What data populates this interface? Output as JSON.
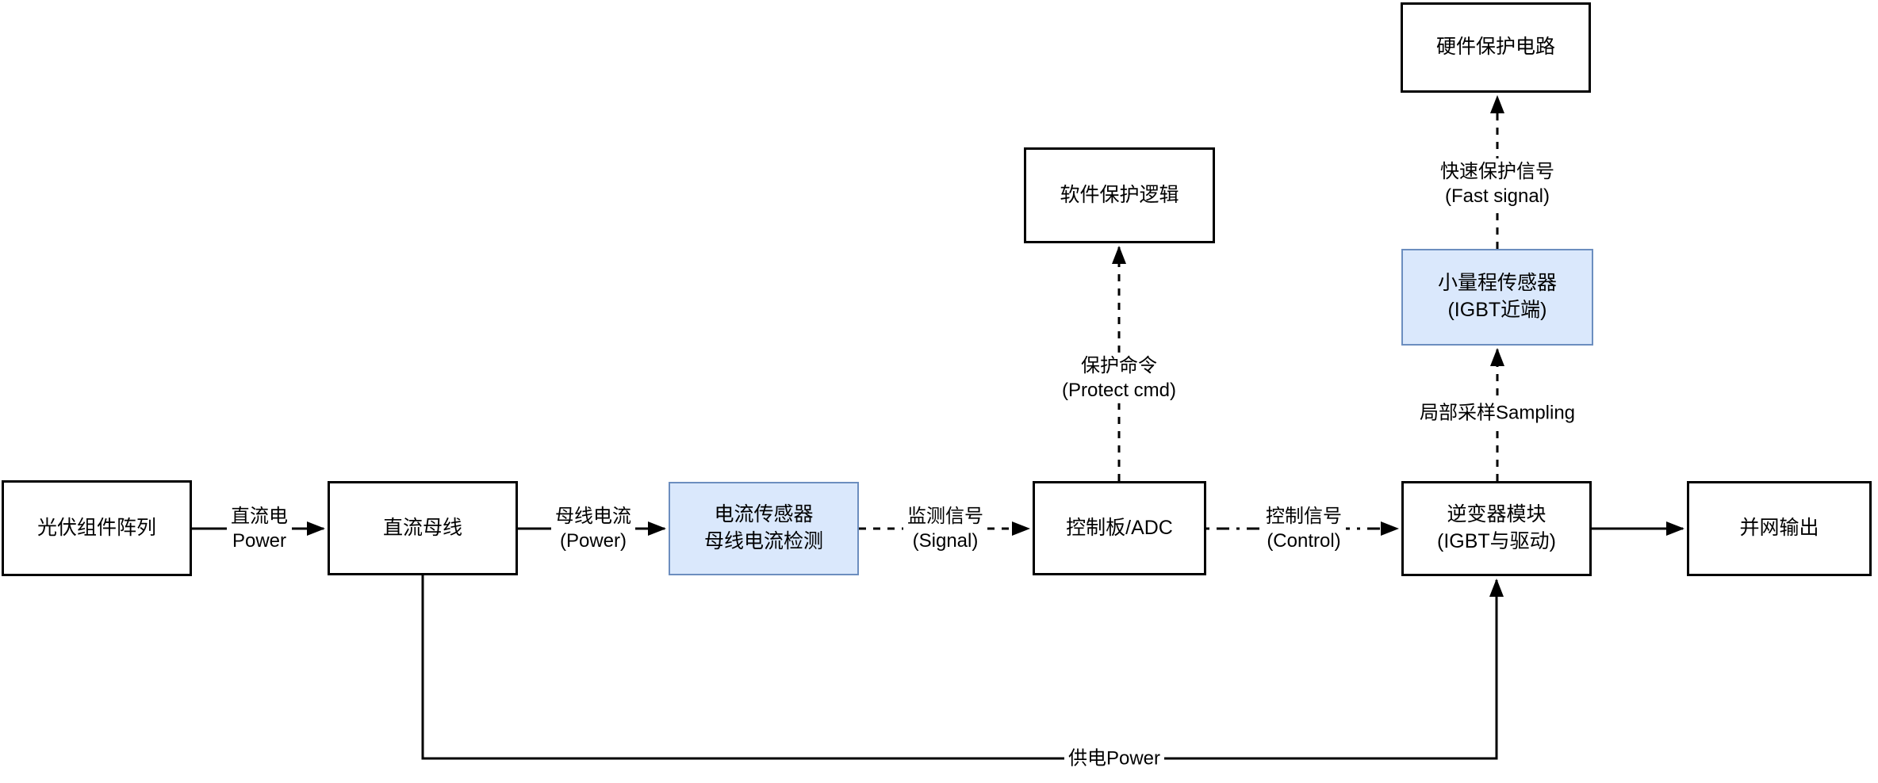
{
  "diagram": {
    "background": "#ffffff",
    "colors": {
      "node_fill": "#ffffff",
      "node_border": "#000000",
      "highlight_fill": "#dae8fc",
      "highlight_border": "#6c8ebf",
      "edge_color": "#000000"
    },
    "nodes": [
      {
        "id": "pv-array",
        "label": "光伏组件阵列"
      },
      {
        "id": "dc-bus",
        "label": "直流母线"
      },
      {
        "id": "current-sensor",
        "label": "电流传感器\n母线电流检测",
        "highlighted": true
      },
      {
        "id": "control-board-adc",
        "label": "控制板/ADC"
      },
      {
        "id": "inverter-module",
        "label": "逆变器模块\n(IGBT与驱动)"
      },
      {
        "id": "grid-output",
        "label": "并网输出"
      },
      {
        "id": "hardware-protection",
        "label": "硬件保护电路"
      },
      {
        "id": "software-protection",
        "label": "软件保护逻辑"
      },
      {
        "id": "small-range-sensor",
        "label": "小量程传感器\n(IGBT近端)",
        "highlighted": true
      }
    ],
    "edges": [
      {
        "id": "pv-to-bus",
        "label": "直流电\nPower",
        "style": "solid"
      },
      {
        "id": "bus-to-sensor",
        "label": "母线电流\n(Power)",
        "style": "solid"
      },
      {
        "id": "sensor-to-control",
        "label": "监测信号\n(Signal)",
        "style": "dashed"
      },
      {
        "id": "control-to-inverter",
        "label": "控制信号\n(Control)",
        "style": "dash-dot"
      },
      {
        "id": "inverter-to-grid",
        "label": "",
        "style": "solid"
      },
      {
        "id": "control-to-software-protection",
        "label": "保护命令\n(Protect cmd)",
        "style": "dashed"
      },
      {
        "id": "inverter-to-small-sensor",
        "label": "局部采样Sampling",
        "style": "dashed"
      },
      {
        "id": "small-sensor-to-hardware-protection",
        "label": "快速保护信号\n(Fast signal)",
        "style": "dashed"
      },
      {
        "id": "bus-to-inverter-power",
        "label": "供电Power",
        "style": "solid"
      }
    ]
  }
}
